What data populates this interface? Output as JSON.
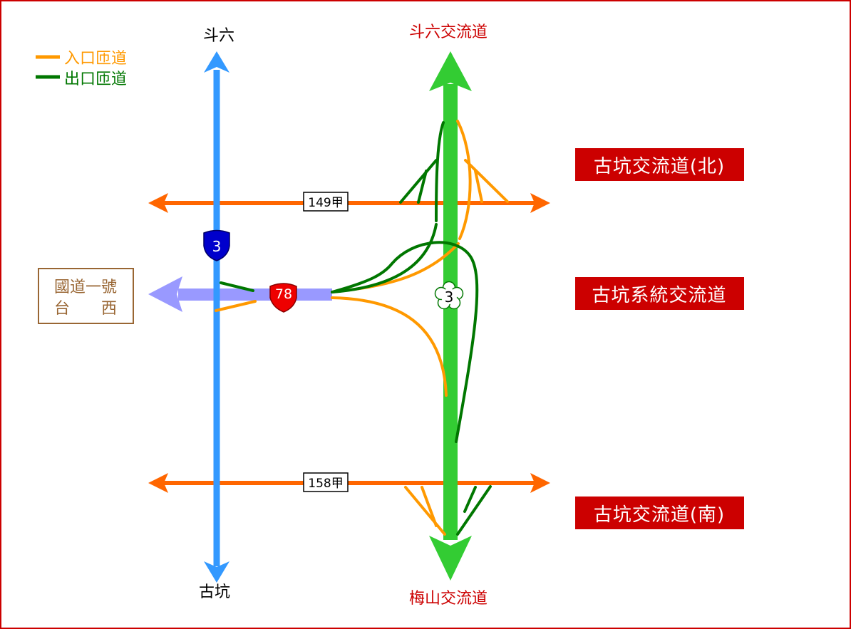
{
  "legend": {
    "entrance": "入口匝道",
    "exit": "出口匝道"
  },
  "roads": {
    "prov3_north": "斗六",
    "prov3_south": "古坑",
    "fwy3_north": "斗六交流道",
    "fwy3_south": "梅山交流道",
    "destination_line1": "國道一號",
    "destination_line2": "台　　西"
  },
  "shields": {
    "prov3": "3",
    "express78": "78",
    "fwy3": "3",
    "county149": "149甲",
    "county158": "158甲"
  },
  "interchanges": {
    "north": "古坑交流道(北)",
    "system": "古坑系統交流道",
    "south": "古坑交流道(南)"
  },
  "colors": {
    "frame": "#cc0000",
    "prov3": "#3399ff",
    "fwy3": "#33cc33",
    "express78": "#9999ff",
    "county": "#ff6600",
    "entrance": "#ff9900",
    "exit": "#007700",
    "label_bg": "#cc0000",
    "road_label": "#cc0000",
    "destination": "#996633"
  }
}
